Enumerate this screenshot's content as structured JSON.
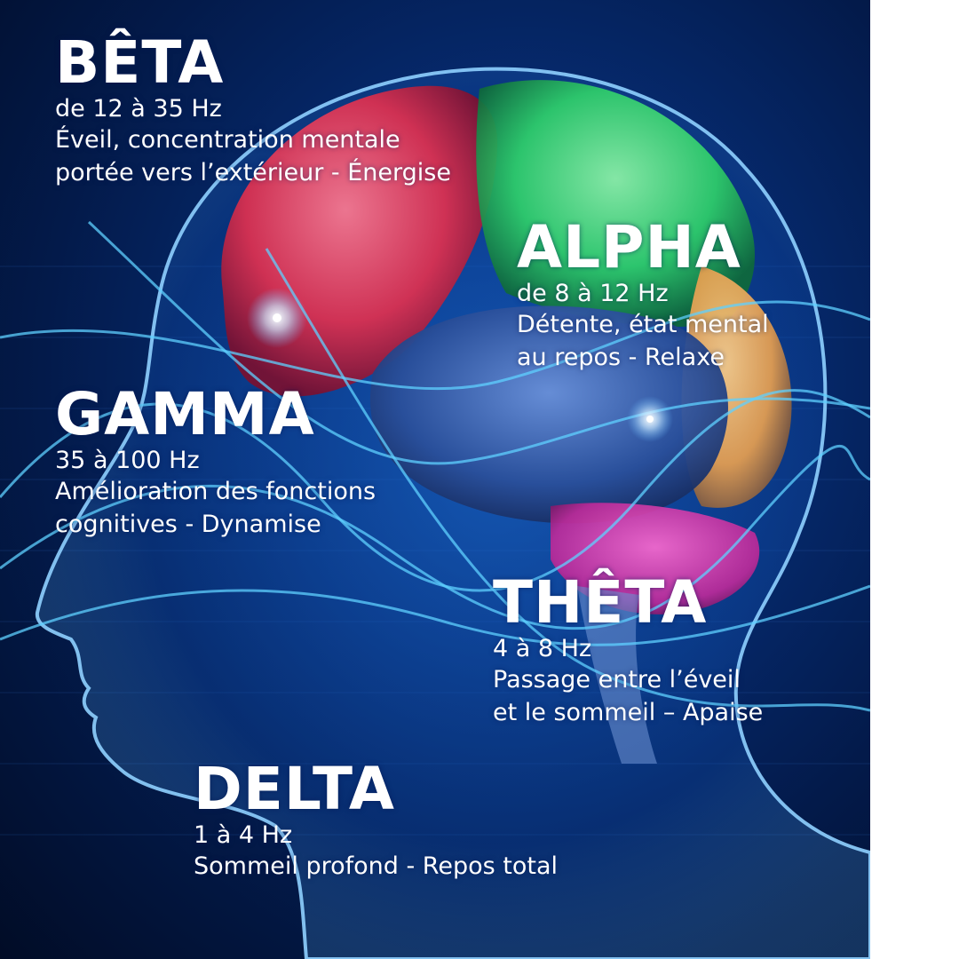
{
  "colors": {
    "background_deep": "#010c26",
    "background_blue": "#0b3d8f",
    "head_glow": "#5fb8ff",
    "brain_red": "#e0304f",
    "brain_green": "#2fd06a",
    "brain_orange": "#e8a050",
    "brain_blue": "#2a4f9a",
    "cerebellum": "#c02a9a",
    "text": "#ffffff",
    "page": "#ffffff"
  },
  "waves": [
    {
      "name": "beta",
      "title": "BÊTA",
      "frequency": "de 12 à 35 Hz",
      "description": [
        "Éveil, concentration mentale",
        "portée vers l’extérieur - Énergise"
      ]
    },
    {
      "name": "alpha",
      "title": "ALPHA",
      "frequency": "de 8 à 12 Hz",
      "description": [
        "Détente, état mental",
        "au repos - Relaxe"
      ]
    },
    {
      "name": "gamma",
      "title": "GAMMA",
      "frequency": "35 à 100 Hz",
      "description": [
        "Amélioration des fonctions",
        "cognitives - Dynamise"
      ]
    },
    {
      "name": "theta",
      "title": "THÊTA",
      "frequency": "4 à 8 Hz",
      "description": [
        "Passage entre l’éveil",
        "et le sommeil – Apaise"
      ]
    },
    {
      "name": "delta",
      "title": "DELTA",
      "frequency": "1 à 4 Hz",
      "description": [
        "Sommeil profond - Repos total"
      ]
    }
  ]
}
